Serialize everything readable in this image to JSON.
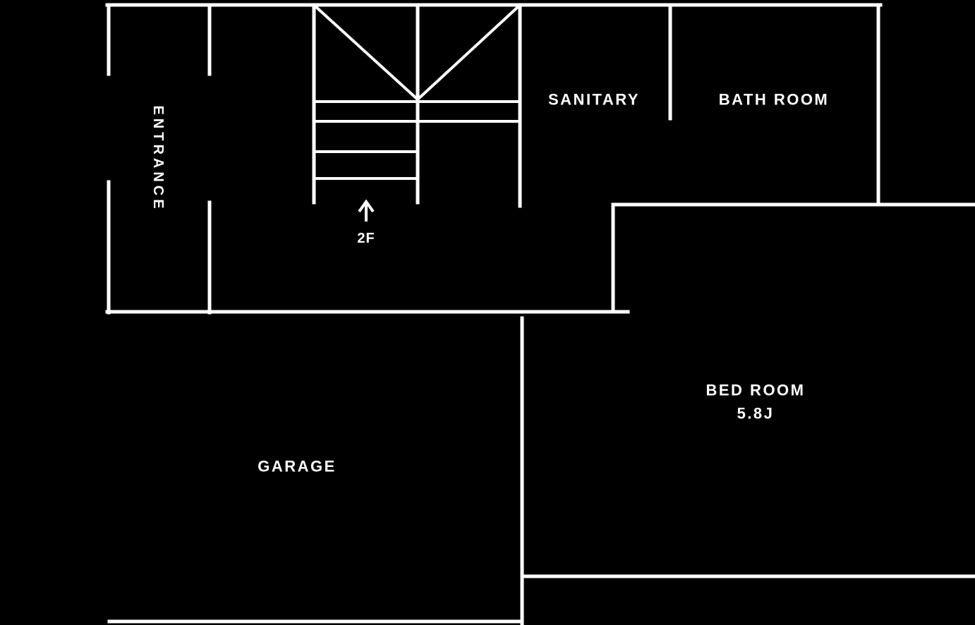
{
  "floor_plan": {
    "background_color": "#000000",
    "wall_color": "#ffffff",
    "labels": {
      "entrance": "ENTRANCE",
      "sanitary": "SANITARY",
      "bath_room": "BATH ROOM",
      "bed_room": "BED ROOM",
      "bed_room_size": "5.8J",
      "garage": "GARAGE",
      "stairs_direction": "2F"
    }
  }
}
